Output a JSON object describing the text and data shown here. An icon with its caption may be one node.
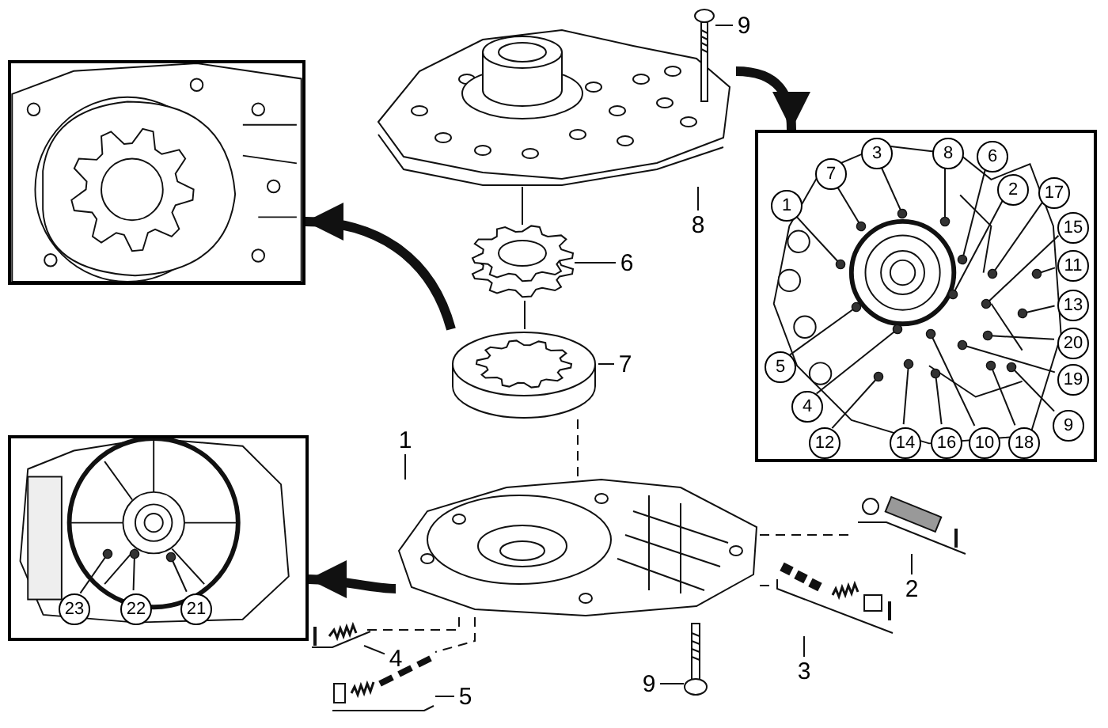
{
  "diagram": {
    "nodes": [
      {
        "text": [],
        "shape": "picture"
      },
      {
        "text": [],
        "shape": "picture"
      },
      {
        "text": [],
        "shape": "picture"
      },
      {
        "text": [],
        "shape": "picture"
      },
      {
        "text": [],
        "shape": "picture"
      },
      {
        "text": [],
        "shape": "picture"
      },
      {
        "text": [],
        "shape": "picture"
      },
      {
        "text": [],
        "shape": "picture"
      },
      {
        "text": [],
        "shape": "picture"
      },
      {
        "text": [],
        "shape": "picture"
      },
      {
        "text": [],
        "shape": "picture"
      },
      {
        "text": [],
        "shape": "picture"
      },
      {
        "text": [],
        "shape": "picture"
      },
      {
        "text": [
          "9"
        ]
      },
      {
        "text": [
          "8"
        ]
      },
      {
        "text": [
          "6"
        ]
      },
      {
        "text": [
          "7"
        ]
      },
      {
        "text": [
          "1"
        ]
      },
      {
        "text": [
          "4"
        ]
      },
      {
        "text": [
          "5"
        ]
      },
      {
        "text": [
          "9"
        ]
      },
      {
        "text": [
          "2"
        ]
      },
      {
        "text": [
          "3"
        ]
      },
      {
        "text": [
          "3"
        ],
        "in": 1
      },
      {
        "text": [
          "8"
        ],
        "in": 1
      },
      {
        "text": [
          "6"
        ],
        "in": 1
      },
      {
        "text": [
          "7"
        ],
        "in": 1
      },
      {
        "text": [
          "1"
        ],
        "in": 1
      },
      {
        "text": [
          "2"
        ],
        "in": 1
      },
      {
        "text": [
          "17"
        ],
        "in": 1
      },
      {
        "text": [
          "15"
        ],
        "in": 1
      },
      {
        "text": [
          "11"
        ],
        "in": 1
      },
      {
        "text": [
          "13"
        ],
        "in": 1
      },
      {
        "text": [
          "20"
        ],
        "in": 1
      },
      {
        "text": [
          "5"
        ],
        "in": 1
      },
      {
        "text": [
          "19"
        ],
        "in": 1
      },
      {
        "text": [
          "4"
        ],
        "in": 1
      },
      {
        "text": [
          "9"
        ],
        "in": 1
      },
      {
        "text": [
          "12"
        ],
        "in": 1
      },
      {
        "text": [
          "14"
        ],
        "in": 1
      },
      {
        "text": [
          "16"
        ],
        "in": 1
      },
      {
        "text": [
          "10"
        ],
        "in": 1
      },
      {
        "text": [
          "18"
        ],
        "in": 1
      },
      {
        "text": [
          "23"
        ],
        "in": 2
      },
      {
        "text": [
          "22"
        ],
        "in": 2
      },
      {
        "text": [
          "21"
        ],
        "in": 2
      }
    ],
    "edges": [
      {
        "from": 13,
        "to": 7,
        "arrow": "none"
      },
      {
        "from": 14,
        "to": 3,
        "arrow": "none"
      },
      {
        "from": 15,
        "to": 4,
        "arrow": "none"
      },
      {
        "from": 16,
        "to": 5,
        "arrow": "none"
      },
      {
        "from": 17,
        "to": 6,
        "arrow": "none"
      },
      {
        "from": 18,
        "to": 9,
        "arrow": "none"
      },
      {
        "from": 19,
        "to": 10,
        "arrow": "none"
      },
      {
        "from": 20,
        "to": 8,
        "arrow": "none"
      },
      {
        "from": 21,
        "to": 11,
        "arrow": "none"
      },
      {
        "from": 22,
        "to": 12,
        "arrow": "none"
      },
      {
        "from": 23,
        "to": null,
        "arrow": "other"
      },
      {
        "from": 24,
        "to": null,
        "arrow": "other"
      },
      {
        "from": 25,
        "to": null,
        "arrow": "other"
      },
      {
        "from": 26,
        "to": null,
        "arrow": "other"
      },
      {
        "from": 27,
        "to": null,
        "arrow": "other"
      },
      {
        "from": 28,
        "to": null,
        "arrow": "other"
      },
      {
        "from": 29,
        "to": null,
        "arrow": "other"
      },
      {
        "from": 30,
        "to": null,
        "arrow": "other"
      },
      {
        "from": 31,
        "to": null,
        "arrow": "other"
      },
      {
        "from": 32,
        "to": null,
        "arrow": "other"
      },
      {
        "from": 33,
        "to": null,
        "arrow": "other"
      },
      {
        "from": 34,
        "to": null,
        "arrow": "other"
      },
      {
        "from": 35,
        "to": null,
        "arrow": "other"
      },
      {
        "from": 36,
        "to": null,
        "arrow": "other"
      },
      {
        "from": 37,
        "to": null,
        "arrow": "other"
      },
      {
        "from": 38,
        "to": null,
        "arrow": "other"
      },
      {
        "from": 39,
        "to": null,
        "arrow": "other"
      },
      {
        "from": 40,
        "to": null,
        "arrow": "other"
      },
      {
        "from": 41,
        "to": null,
        "arrow": "other"
      },
      {
        "from": 42,
        "to": null,
        "arrow": "other"
      },
      {
        "from": 43,
        "to": null,
        "arrow": "other"
      },
      {
        "from": 44,
        "to": null,
        "arrow": "other"
      },
      {
        "from": 45,
        "to": null,
        "arrow": "other"
      },
      {
        "from": 5,
        "to": 0,
        "arrow": "to",
        "style": "thick"
      },
      {
        "from": 6,
        "to": 2,
        "arrow": "to",
        "style": "thick"
      },
      {
        "from": 3,
        "to": 1,
        "arrow": "to",
        "style": "thick"
      },
      {
        "from": 3,
        "to": 4,
        "arrow": "none"
      },
      {
        "from": 4,
        "to": 5,
        "arrow": "none"
      },
      {
        "from": 5,
        "to": 6,
        "arrow": "none",
        "style": "dashed"
      },
      {
        "from": 6,
        "to": 9,
        "arrow": "none",
        "style": "dashed"
      },
      {
        "from": 6,
        "to": 10,
        "arrow": "none",
        "style": "dashed"
      },
      {
        "from": 6,
        "to": 11,
        "arrow": "none",
        "style": "dashed"
      },
      {
        "from": 6,
        "to": 12,
        "arrow": "none",
        "style": "dashed"
      }
    ]
  }
}
